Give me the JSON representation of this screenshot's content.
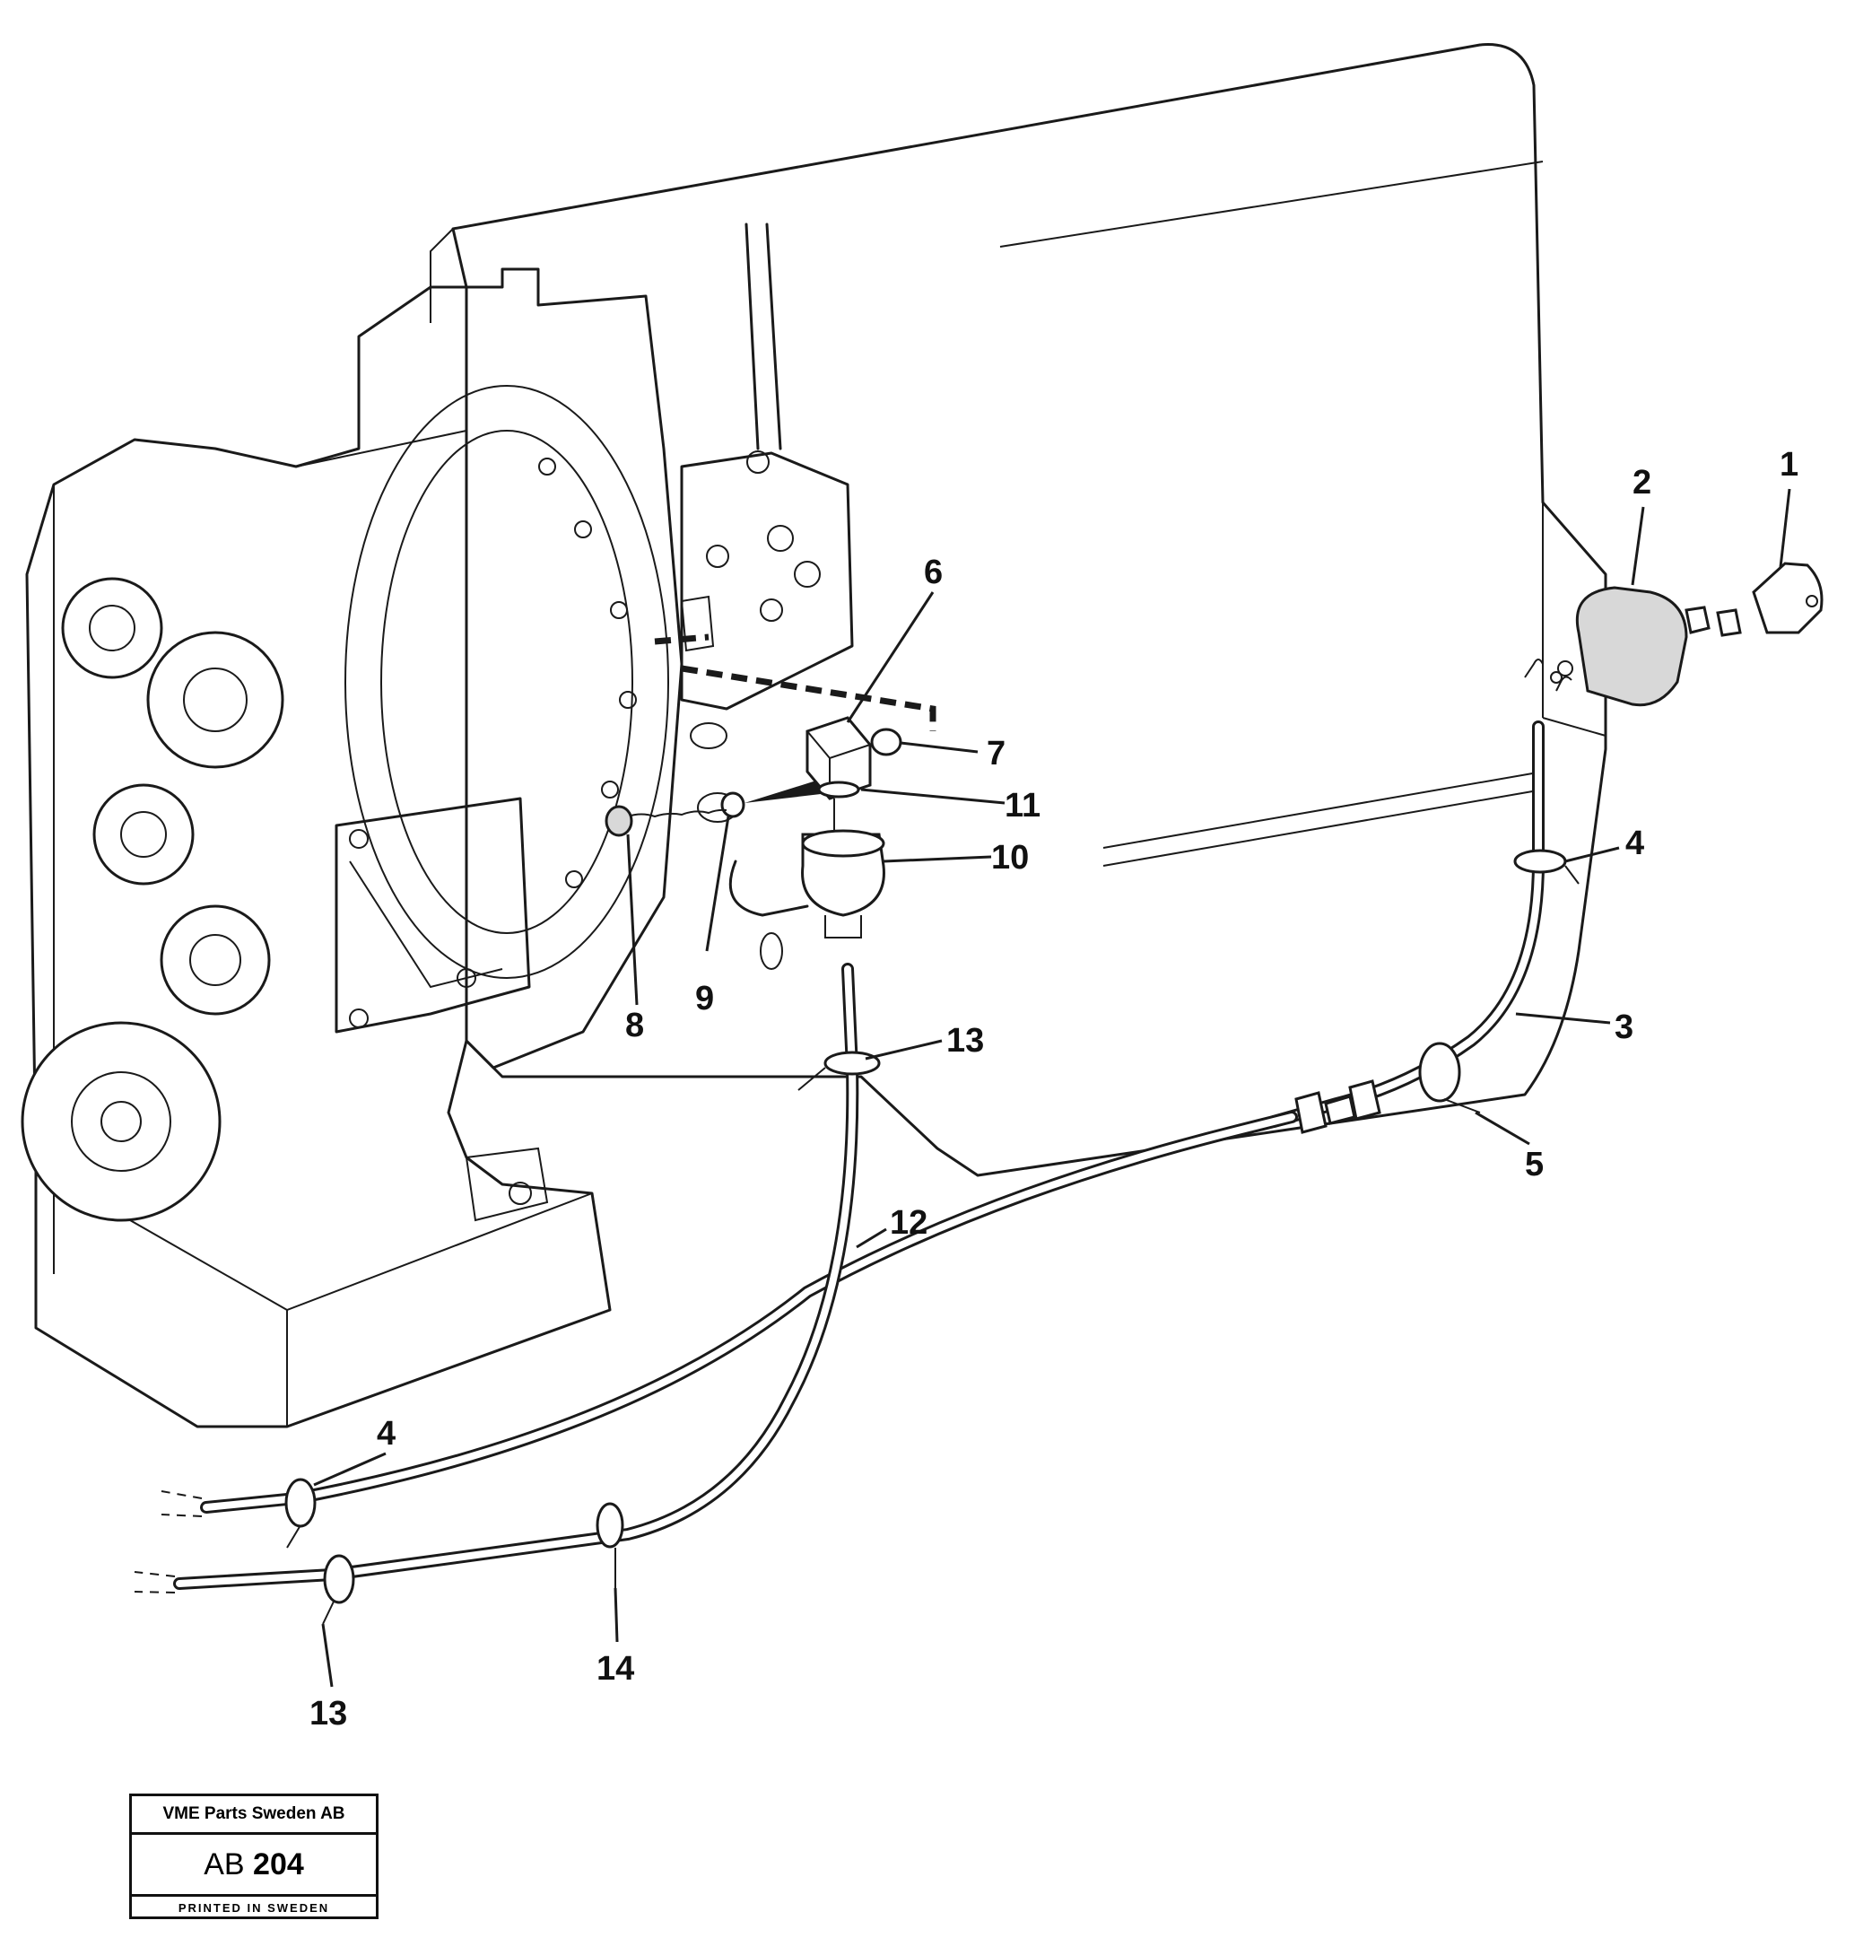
{
  "callouts": {
    "c1": "1",
    "c2": "2",
    "c3": "3",
    "c4a": "4",
    "c4b": "4",
    "c5": "5",
    "c6": "6",
    "c7": "7",
    "c8": "8",
    "c9": "9",
    "c10": "10",
    "c11": "11",
    "c12": "12",
    "c13a": "13",
    "c13b": "13",
    "c14": "14"
  },
  "stamp": {
    "company": "VME Parts Sweden AB",
    "code_prefix": "AB",
    "code_number": "204",
    "printed": "PRINTED IN SWEDEN"
  }
}
